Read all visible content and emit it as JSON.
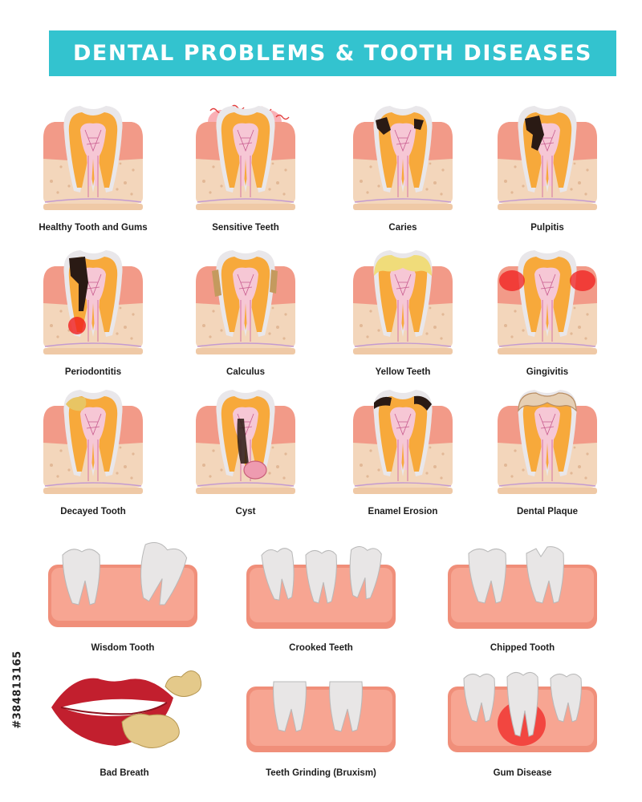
{
  "header": {
    "title": "DENTAL PROBLEMS & TOOTH DISEASES"
  },
  "colors": {
    "banner": "#33c3cf",
    "gum": "#f29a88",
    "bone": "#f3d6bb",
    "dentin": "#f7a93b",
    "pulp": "#f6c7d5",
    "decay": "#2a1a14",
    "inflammation": "#f01e1e"
  },
  "conditions": [
    {
      "label": "Healthy Tooth and Gums",
      "icon": "healthy-tooth-icon"
    },
    {
      "label": "Sensitive Teeth",
      "icon": "sensitive-tooth-icon"
    },
    {
      "label": "Caries",
      "icon": "caries-tooth-icon"
    },
    {
      "label": "Pulpitis",
      "icon": "pulpitis-tooth-icon"
    },
    {
      "label": "Periodontitis",
      "icon": "periodontitis-tooth-icon"
    },
    {
      "label": "Calculus",
      "icon": "calculus-tooth-icon"
    },
    {
      "label": "Yellow Teeth",
      "icon": "yellow-tooth-icon"
    },
    {
      "label": "Gingivitis",
      "icon": "gingivitis-tooth-icon"
    },
    {
      "label": "Decayed Tooth",
      "icon": "decayed-tooth-icon"
    },
    {
      "label": "Cyst",
      "icon": "cyst-tooth-icon"
    },
    {
      "label": "Enamel Erosion",
      "icon": "enamel-erosion-tooth-icon"
    },
    {
      "label": "Dental Plaque",
      "icon": "dental-plaque-tooth-icon"
    },
    {
      "label": "Wisdom Tooth",
      "icon": "wisdom-tooth-icon"
    },
    {
      "label": "Crooked Teeth",
      "icon": "crooked-teeth-icon"
    },
    {
      "label": "Chipped Tooth",
      "icon": "chipped-tooth-icon"
    },
    {
      "label": "Bad Breath",
      "icon": "bad-breath-lips-icon"
    },
    {
      "label": "Teeth Grinding (Bruxism)",
      "icon": "teeth-grinding-icon"
    },
    {
      "label": "Gum Disease",
      "icon": "gum-disease-icon"
    }
  ],
  "watermark": {
    "stock_id": "#384813165"
  }
}
